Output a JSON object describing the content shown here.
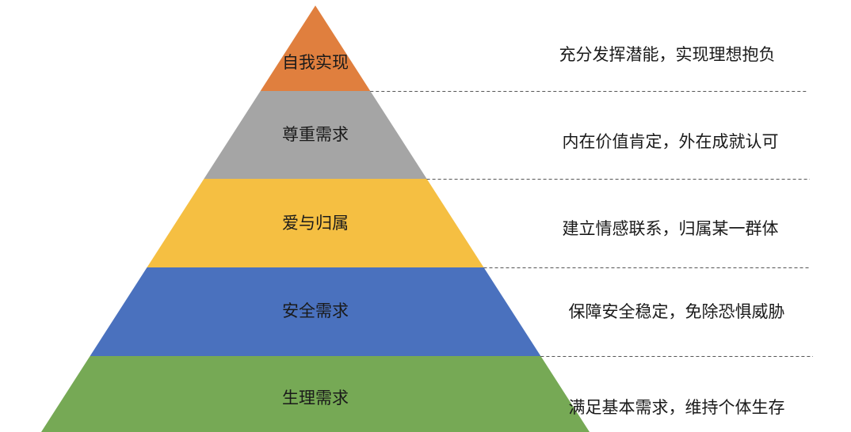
{
  "pyramid": {
    "levels": [
      {
        "label": "自我实现",
        "description": "充分发挥潜能，实现理想抱负",
        "color": "#E07F3E"
      },
      {
        "label": "尊重需求",
        "description": "内在价值肯定，外在成就认可",
        "color": "#A5A5A5"
      },
      {
        "label": "爱与归属",
        "description": "建立情感联系，归属某一群体",
        "color": "#F5BF42"
      },
      {
        "label": "安全需求",
        "description": "保障安全稳定，免除恐惧威胁",
        "color": "#4A71BE"
      },
      {
        "label": "生理需求",
        "description": "满足基本需求，维持个体生存",
        "color": "#76A955"
      }
    ]
  }
}
